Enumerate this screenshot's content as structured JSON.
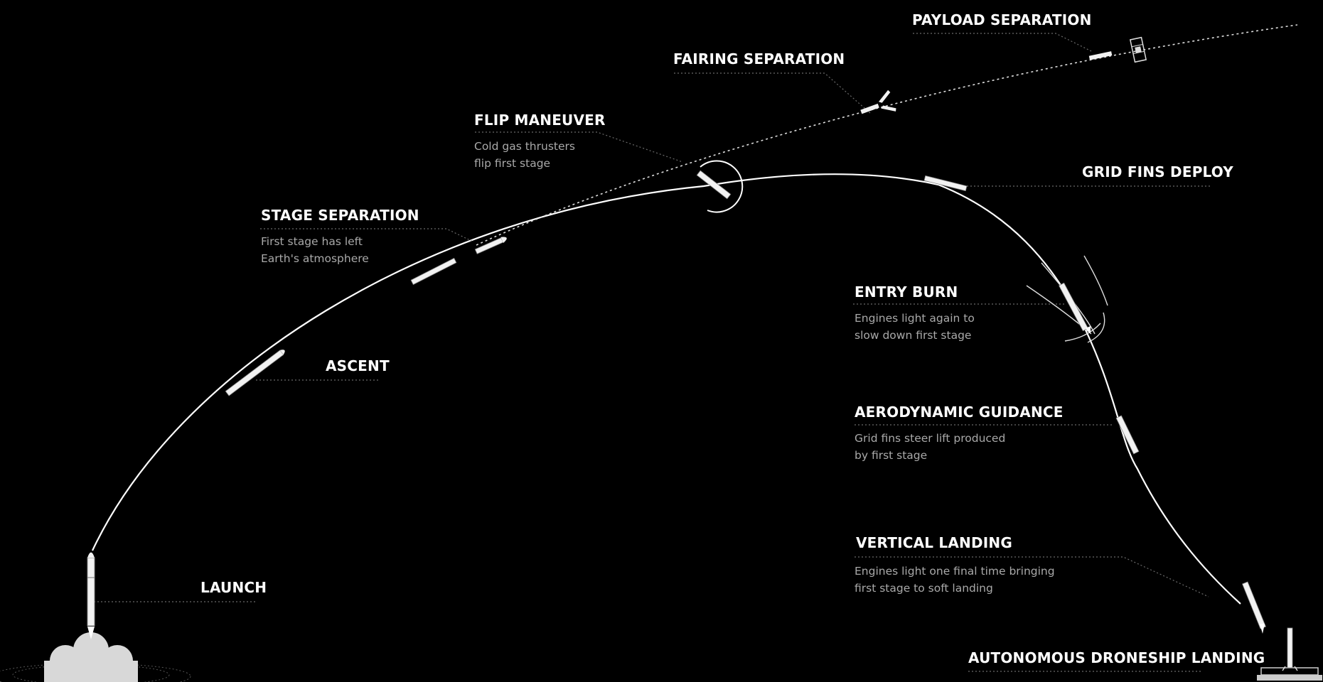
{
  "diagram": {
    "stages": [
      {
        "id": "launch",
        "title": "LAUNCH",
        "description": []
      },
      {
        "id": "ascent",
        "title": "ASCENT",
        "description": []
      },
      {
        "id": "stage-separation",
        "title": "STAGE SEPARATION",
        "description": [
          "First stage has left",
          "Earth's atmosphere"
        ]
      },
      {
        "id": "flip-maneuver",
        "title": "FLIP MANEUVER",
        "description": [
          "Cold gas thrusters",
          "flip first stage"
        ]
      },
      {
        "id": "fairing-separation",
        "title": "FAIRING SEPARATION",
        "description": []
      },
      {
        "id": "payload-separation",
        "title": "PAYLOAD SEPARATION",
        "description": []
      },
      {
        "id": "grid-fins-deploy",
        "title": "GRID FINS DEPLOY",
        "description": []
      },
      {
        "id": "entry-burn",
        "title": "ENTRY BURN",
        "description": [
          "Engines light again to",
          "slow down first stage"
        ]
      },
      {
        "id": "aerodynamic-guidance",
        "title": "AERODYNAMIC GUIDANCE",
        "description": [
          "Grid fins steer lift produced",
          "by first stage"
        ]
      },
      {
        "id": "vertical-landing",
        "title": "VERTICAL LANDING",
        "description": [
          "Engines light one final time bringing",
          "first stage to soft landing"
        ]
      },
      {
        "id": "autonomous-droneship-landing",
        "title": "AUTONOMOUS DRONESHIP LANDING",
        "description": []
      }
    ],
    "colors": {
      "background": "#000000",
      "line": "#ffffff",
      "title": "#ffffff",
      "description": "#a9a9a9",
      "leader": "#6a6a6a"
    },
    "icons": [
      "rocket-icon",
      "launch-smoke-icon",
      "satellite-icon",
      "fairing-halves-icon",
      "droneship-icon",
      "flip-arc-icon",
      "entry-burn-plume-icon"
    ]
  }
}
